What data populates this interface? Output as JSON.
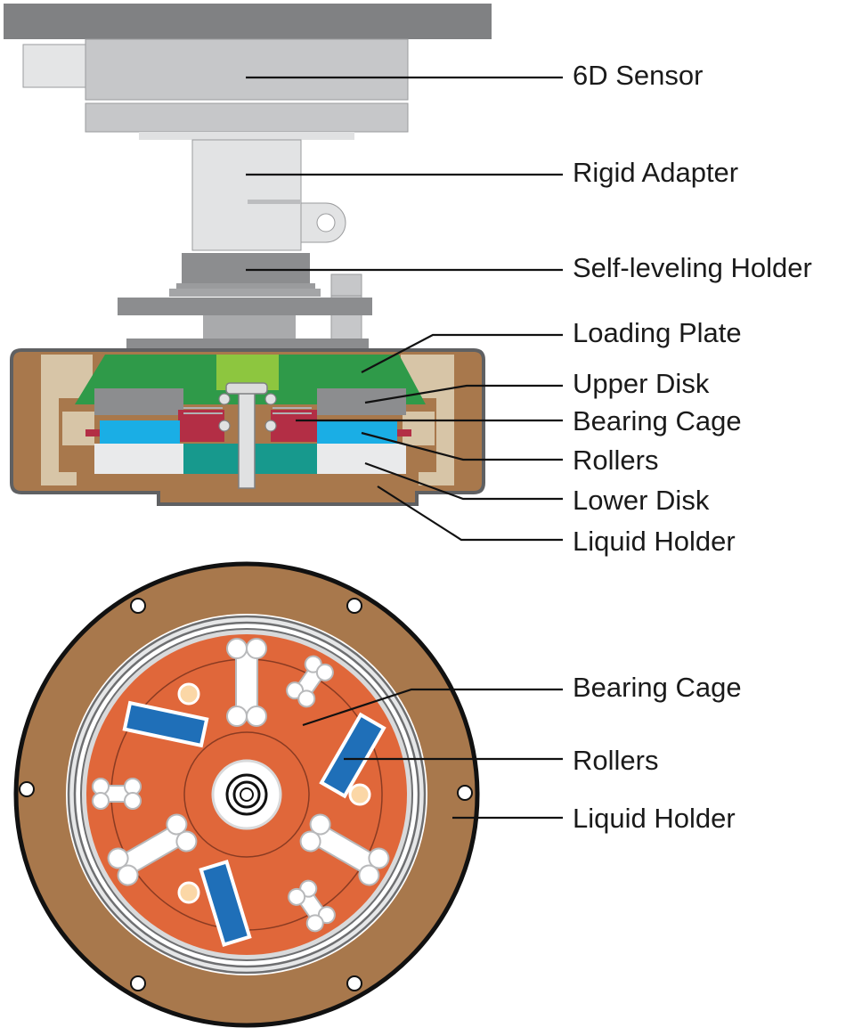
{
  "side_view_labels": [
    {
      "id": "6d-sensor",
      "text": "6D Sensor"
    },
    {
      "id": "rigid-adapter",
      "text": "Rigid Adapter"
    },
    {
      "id": "self-leveling-holder",
      "text": "Self-leveling Holder"
    },
    {
      "id": "loading-plate",
      "text": "Loading Plate"
    },
    {
      "id": "upper-disk",
      "text": "Upper Disk"
    },
    {
      "id": "bearing-cage",
      "text": "Bearing Cage"
    },
    {
      "id": "rollers",
      "text": "Rollers"
    },
    {
      "id": "lower-disk",
      "text": "Lower Disk"
    },
    {
      "id": "liquid-holder",
      "text": "Liquid Holder"
    }
  ],
  "top_view_labels": [
    {
      "id": "bearing-cage",
      "text": "Bearing Cage"
    },
    {
      "id": "rollers",
      "text": "Rollers"
    },
    {
      "id": "liquid-holder",
      "text": "Liquid Holder"
    }
  ],
  "colors": {
    "sensor_gray": "#c6c7c9",
    "dark_gray": "#8c8d8f",
    "adapter_gray": "#e2e3e4",
    "holder_brown": "#a8784c",
    "loading_plate_green": "#2f9a49",
    "light_green": "#8dc63f",
    "roller_blue": "#1aaee5",
    "roller_blue_dark": "#1f6fb8",
    "bearing_red": "#b32e45",
    "lower_disk_teal": "#17998d",
    "cage_orange": "#e0673a",
    "tan": "#d7c5a7"
  }
}
